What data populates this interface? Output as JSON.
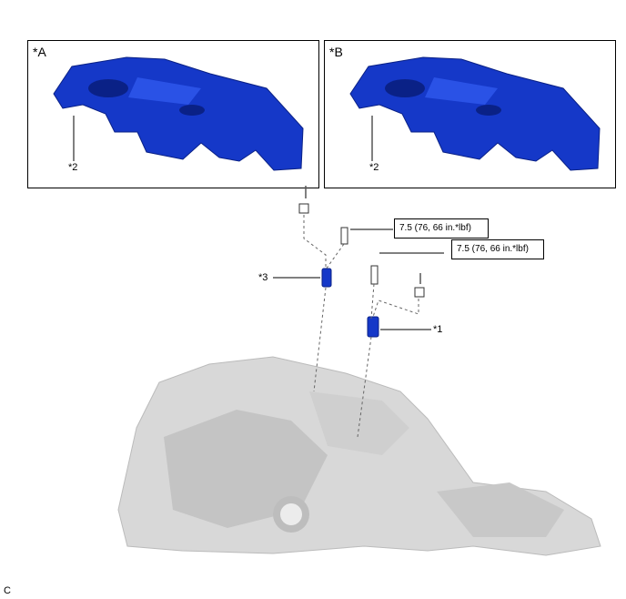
{
  "panels": [
    {
      "label": "*A",
      "part_label": "*2"
    },
    {
      "label": "*B",
      "part_label": "*2"
    }
  ],
  "torque_specs": [
    {
      "text": "7.5 (76, 66 in.*lbf)"
    },
    {
      "text": "7.5 (76, 66 in.*lbf)"
    }
  ],
  "callouts": {
    "sensor_left": "*3",
    "sensor_right": "*1"
  },
  "footer_code": "C",
  "colors": {
    "cover_blue": "#1538c8",
    "cover_dark": "#0a2186",
    "engine_gray": "#d8d8d8",
    "leader": "#000000"
  }
}
